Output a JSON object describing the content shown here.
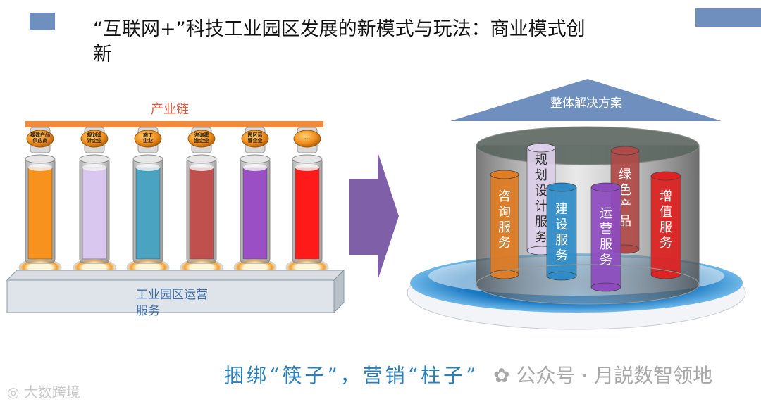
{
  "title": "“互联网+”科技工业园区发展的新模式与玩法：商业模式创新",
  "left": {
    "chain_label": "产业链",
    "platform_label": "工业园区运营服务",
    "columns": [
      {
        "label": "绿建产品供应商",
        "color": "#f7921e"
      },
      {
        "label": "规划设计企业",
        "color": "#d9c7ef"
      },
      {
        "label": "施工企业",
        "color": "#4aa3c0"
      },
      {
        "label": "咨询建造企业",
        "color": "#c0504d"
      },
      {
        "label": "园区运营企业",
        "color": "#9b4fc4"
      },
      {
        "label": "···",
        "color": "#ff1a1a"
      }
    ]
  },
  "right": {
    "roof_label": "整体解决方案",
    "columns": [
      {
        "label": "咨询服务",
        "color": "#e07c22"
      },
      {
        "label": "规划设计服务",
        "color": "#ddd0ea"
      },
      {
        "label": "建设服务",
        "color": "#2e8dc8"
      },
      {
        "label": "绿色产品",
        "color": "#b04a48"
      },
      {
        "label": "运营服务",
        "color": "#8e4bc0"
      },
      {
        "label": "增值服务",
        "color": "#e02222"
      }
    ]
  },
  "colors": {
    "deco_blue": "#6f8fbe",
    "beam": "#f28a3c",
    "arrow": "#7e5fa8",
    "roof": "#6f8fbe",
    "slogan": "#2a7fb8"
  },
  "slogan": "捆绑“筷子”，营销“柱子”",
  "watermark_right": "公众号 · 月説数智领地",
  "watermark_left": "大数跨境"
}
